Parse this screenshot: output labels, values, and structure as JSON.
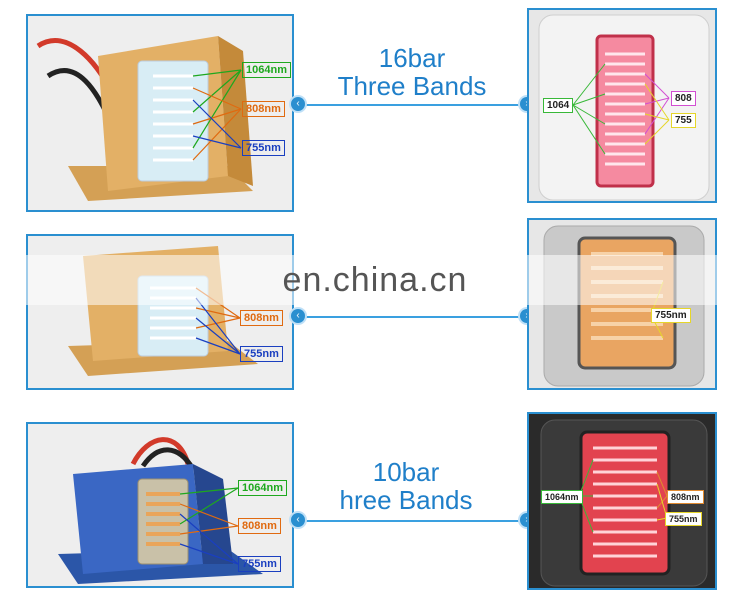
{
  "rows": [
    {
      "headline": [
        "16bar",
        "Three Bands"
      ],
      "left_labels": [
        "1064nm",
        "808nm",
        "755nm"
      ],
      "right_labels": [
        "1064",
        "808",
        "755"
      ]
    },
    {
      "headline": [
        "",
        ""
      ],
      "left_labels": [
        "808nm",
        "755nm"
      ],
      "right_labels": [
        "755nm"
      ]
    },
    {
      "headline": [
        "10bar",
        "hree Bands"
      ],
      "left_labels": [
        "1064nm",
        "808nm",
        "755nm"
      ],
      "right_labels": [
        "1064nm",
        "808nm",
        "755nm"
      ]
    }
  ],
  "watermark": "en.china.cn",
  "colors": {
    "accent": "#2a8fd0",
    "green": "#1ea81e",
    "orange": "#e06a10",
    "blue": "#1a3fc0"
  }
}
